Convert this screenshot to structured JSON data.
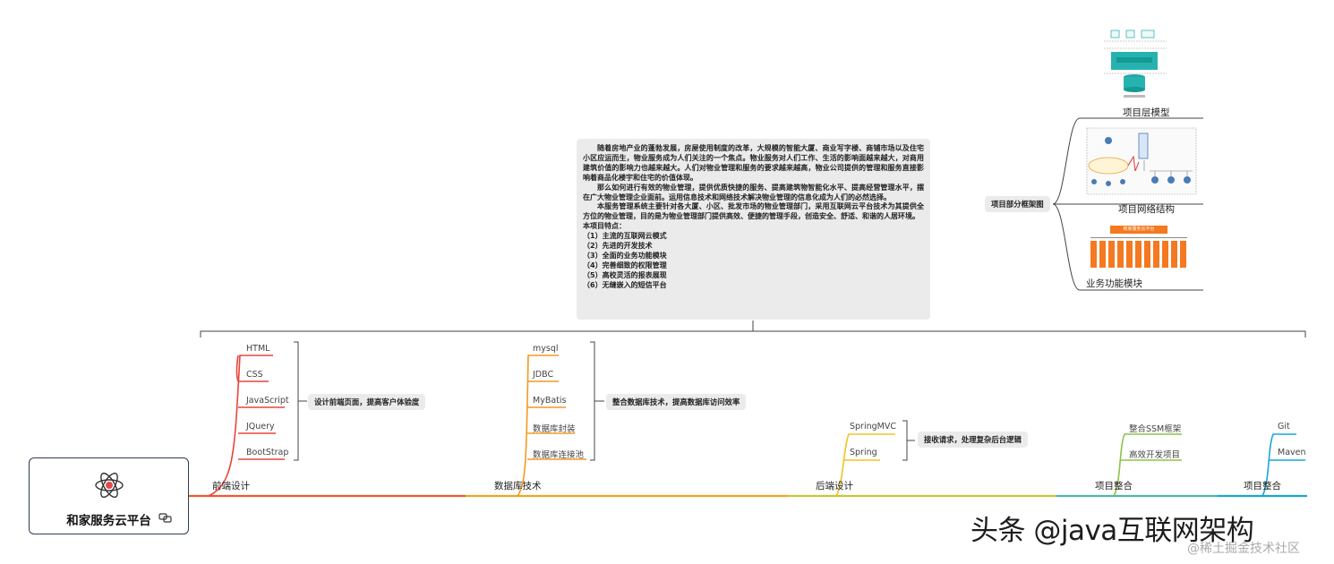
{
  "root": {
    "title": "和家服务云平台"
  },
  "intro": {
    "paragraphs": [
      "随着房地产业的蓬勃发展，房屋使用制度的改革，大规模的智能大厦、商业写字楼、商铺市场以及住宅小区应运而生，物业服务成为人们关注的一个焦点。物业服务对人们工作、生活的影响面越来越大，对商用建筑价值的影响力也越来越大。人们对物业管理和服务的要求越来越高，物业公司提供的管理和服务直接影响着商品化楼宇和住宅的价值体现。",
      "那么如何进行有效的物业管理，提供优质快捷的服务、提高建筑物智能化水平、提高经营管理水平，摆在广大物业管理企业面前。运用信息技术和网络技术解决物业管理的信息化成为人们的必然选择。",
      "本服务管理系统主要针对各大厦、小区、批发市场的物业管理部门，采用互联网云平台技术为其提供全方位的物业管理，目的是为物业管理部门提供高效、便捷的管理手段，创造安全、舒适、和谐的人居环境。"
    ],
    "features_title": "本项目特点：",
    "features": [
      "（1）主流的互联网云模式",
      "（2）先进的开发技术",
      "（3）全面的业务功能模块",
      "（4）完善细致的权限管理",
      "（5）高校灵活的报表展现",
      "（6）无缝嵌入的短信平台"
    ]
  },
  "framework": {
    "label": "项目部分框架图",
    "items": [
      "项目层模型",
      "项目网络结构",
      "业务功能模块"
    ],
    "module_header": "和家服务云平台"
  },
  "branches": [
    {
      "label": "前端设计",
      "color": "#e8453c",
      "leaves": [
        "HTML",
        "CSS",
        "JavaScript",
        "JQuery",
        "BootStrap"
      ],
      "summary": "设计前端页面，提高客户体验度"
    },
    {
      "label": "数据库技术",
      "color": "#f29a21",
      "leaves": [
        "mysql",
        "JDBC",
        "MyBatis",
        "数据库封装",
        "数据库连接池"
      ],
      "summary": "整合数据库技术，提高数据库访问效率"
    },
    {
      "label": "后端设计",
      "color": "#f2c326",
      "leaves": [
        "SpringMVC",
        "Spring"
      ],
      "summary": "接收请求，处理复杂后台逻辑"
    },
    {
      "label": "项目整合",
      "color": "#8bc34a",
      "leaves": [
        "整合SSM框架",
        "高效开发项目"
      ],
      "summary": ""
    },
    {
      "label": "项目整合",
      "color": "#18a6d8",
      "leaves": [
        "Git",
        "Maven"
      ],
      "summary": ""
    }
  ],
  "watermark": {
    "main": "头条 @java互联网架构",
    "sub": "@稀土掘金技术社区"
  }
}
